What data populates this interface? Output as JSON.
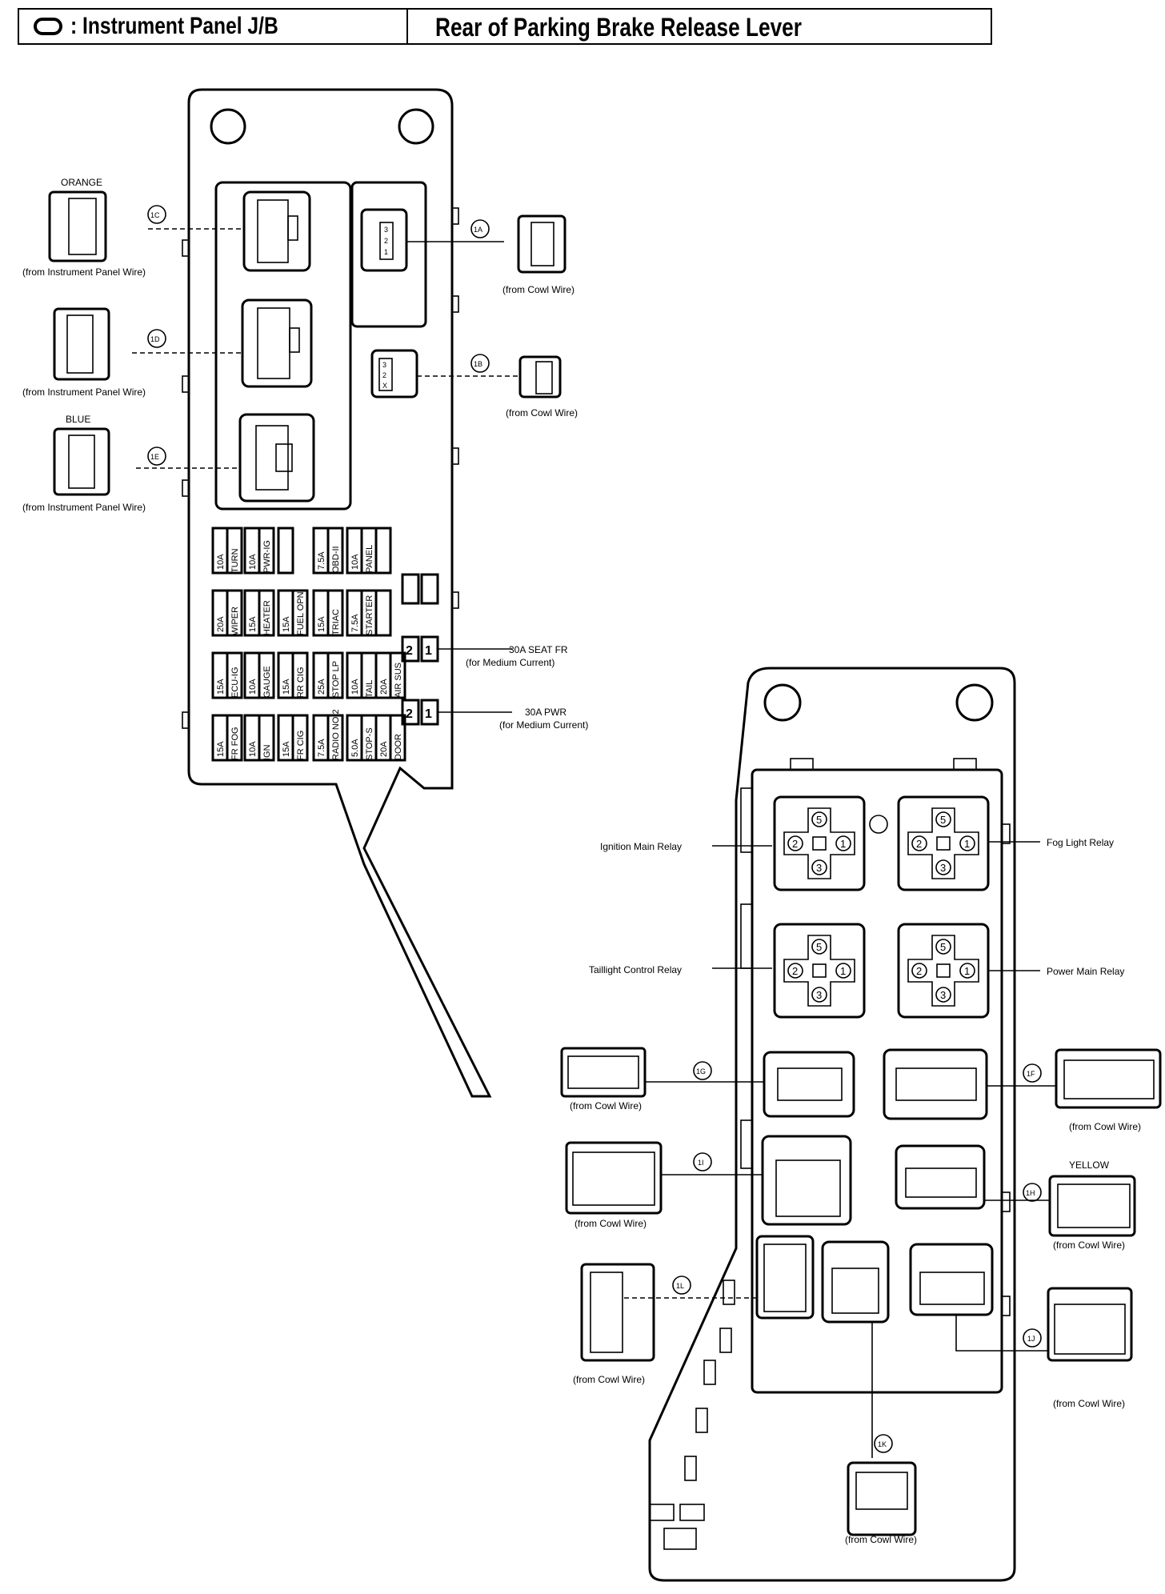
{
  "header": {
    "left_title": ": Instrument Panel J/B",
    "right_title": "Rear of Parking Brake Release Lever"
  },
  "upper": {
    "conn_labels": {
      "c1C": "1C",
      "c1D": "1D",
      "c1E": "1E",
      "c1A": "1A",
      "c1B": "1B"
    },
    "colors": {
      "orange": "ORANGE",
      "blue": "BLUE"
    },
    "from_ip": "(from Instrument Panel Wire)",
    "from_cowl": "(from Cowl Wire)",
    "fuse_rows": [
      [
        [
          "10A",
          "TURN"
        ],
        [
          "10A",
          "PWR-IG"
        ],
        [
          "",
          ""
        ],
        [
          "7.5A",
          "OBD-II"
        ],
        [
          "10A",
          "PANEL"
        ],
        [
          "",
          ""
        ]
      ],
      [
        [
          "20A",
          "WIPER"
        ],
        [
          "15A",
          "HEATER"
        ],
        [
          "15A",
          "FUEL OPN"
        ],
        [
          "15A",
          "TRIAC"
        ],
        [
          "7.5A",
          "STARTER"
        ],
        [
          "",
          ""
        ]
      ],
      [
        [
          "15A",
          "ECU-IG"
        ],
        [
          "10A",
          "GAUGE"
        ],
        [
          "15A",
          "RR CIG"
        ],
        [
          "25A",
          "STOP LP"
        ],
        [
          "10A",
          "TAIL"
        ],
        [
          "20A",
          "AIR SUS"
        ]
      ],
      [
        [
          "15A",
          "FR FOG"
        ],
        [
          "10A",
          "IGN"
        ],
        [
          "15A",
          "FR CIG"
        ],
        [
          "7.5A",
          "RADIO NO.2"
        ],
        [
          "5.0A",
          "STOP-S"
        ],
        [
          "20A",
          "DOOR"
        ]
      ]
    ],
    "mc1": {
      "label": "30A SEAT FR",
      "sub": "(for Medium Current)",
      "pins": [
        "2",
        "1"
      ]
    },
    "mc2": {
      "label": "30A PWR",
      "sub": "(for Medium Current)",
      "pins": [
        "2",
        "1"
      ]
    }
  },
  "lower": {
    "relays": {
      "ignition": "Ignition Main Relay",
      "fog": "Fog Light Relay",
      "taillight": "Taillight Control Relay",
      "power": "Power Main Relay"
    },
    "relay_pins": [
      "5",
      "2",
      "1",
      "3"
    ],
    "conn_labels": {
      "c1G": "1G",
      "c1F": "1F",
      "c1I": "1I",
      "c1H": "1H",
      "c1L": "1L",
      "c1J": "1J",
      "c1K": "1K"
    },
    "yellow": "YELLOW",
    "from_cowl": "(from Cowl Wire)"
  }
}
